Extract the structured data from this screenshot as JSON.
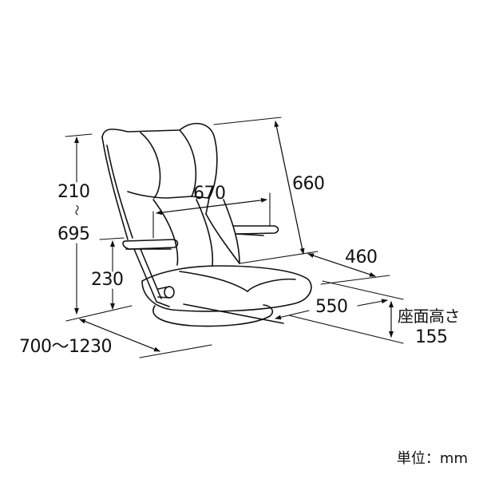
{
  "diagram": {
    "subject": "floor chair (zaisu) dimension drawing",
    "line_color": "#111111",
    "background": "#ffffff",
    "dimensions": {
      "backrest_height_range_top": "210",
      "range_separator": "〜",
      "backrest_height_range_bottom": "695",
      "armrest_height": "230",
      "depth_range": "700〜1230",
      "width_armrests": "670",
      "back_height": "660",
      "seat_width": "460",
      "overall_width": "550",
      "seat_height_label": "座面高さ",
      "seat_height": "155"
    },
    "unit_label": "単位：mm"
  }
}
